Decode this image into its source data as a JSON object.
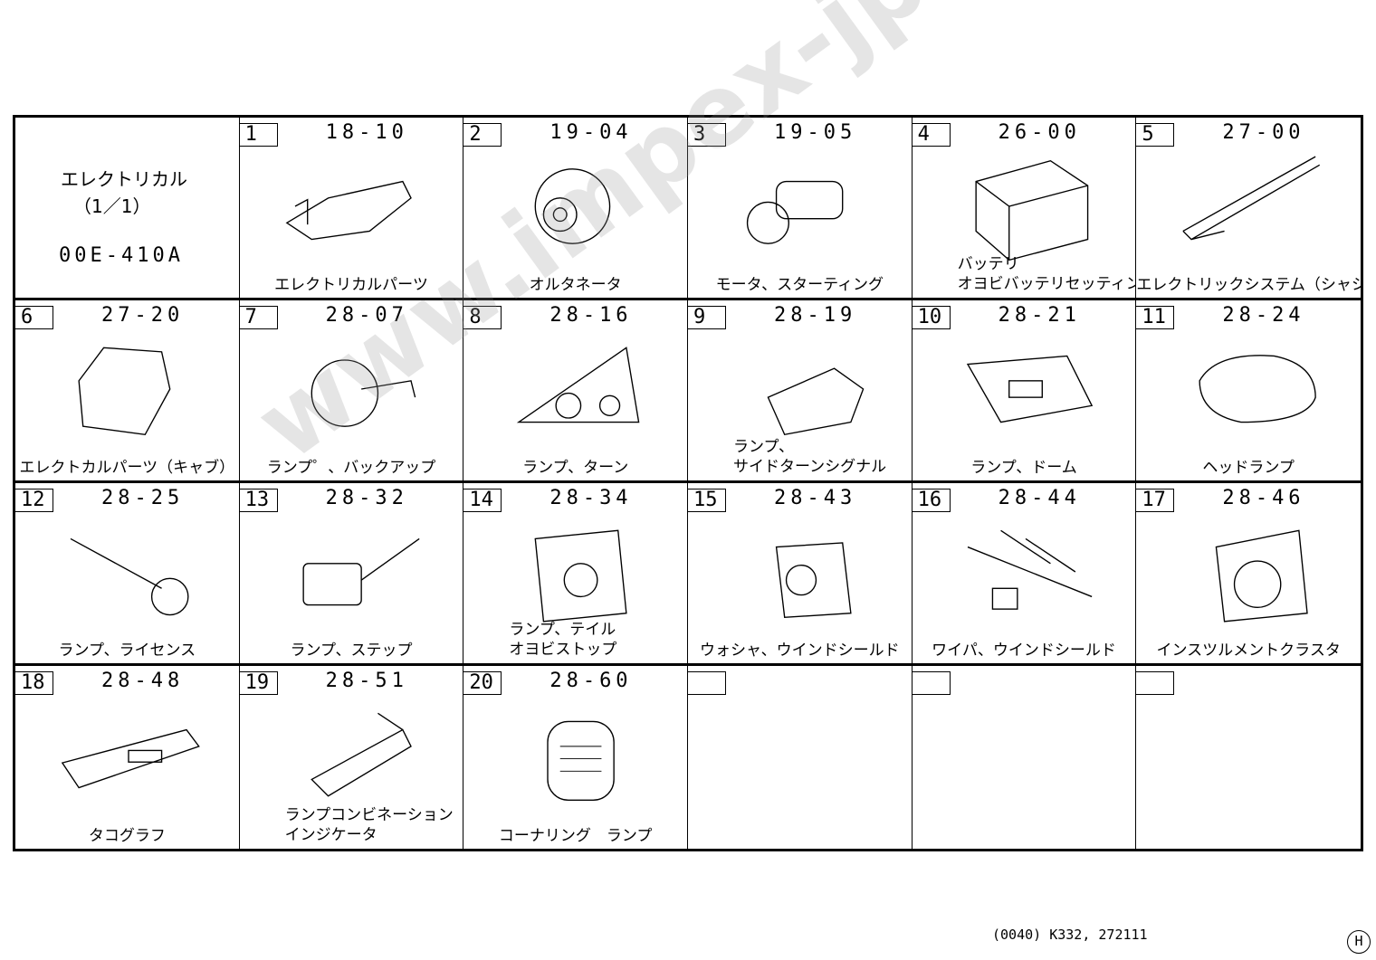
{
  "title_block": {
    "line1": "エレクトリカル",
    "line2": "（1／1）",
    "code": "00E-410A"
  },
  "cells": [
    {
      "num": "1",
      "code": "18-10",
      "label": [
        "エレクトリカルパーツ"
      ]
    },
    {
      "num": "2",
      "code": "19-04",
      "label": [
        "オルタネータ"
      ]
    },
    {
      "num": "3",
      "code": "19-05",
      "label": [
        "モータ、スターティング"
      ]
    },
    {
      "num": "4",
      "code": "26-00",
      "label": [
        "バッテリ",
        "オヨビバッテリセッティング"
      ]
    },
    {
      "num": "5",
      "code": "27-00",
      "label": [
        "エレクトリックシステム（シャシ）"
      ]
    },
    {
      "num": "6",
      "code": "27-20",
      "label": [
        "エレクトカルパーツ（キャブ）"
      ]
    },
    {
      "num": "7",
      "code": "28-07",
      "label": [
        "ランプ゜、バックアップ"
      ]
    },
    {
      "num": "8",
      "code": "28-16",
      "label": [
        "ランプ、ターン"
      ]
    },
    {
      "num": "9",
      "code": "28-19",
      "label": [
        "ランプ、",
        "サイドターンシグナル"
      ]
    },
    {
      "num": "10",
      "code": "28-21",
      "label": [
        "ランプ、ドーム"
      ]
    },
    {
      "num": "11",
      "code": "28-24",
      "label": [
        "ヘッドランプ"
      ]
    },
    {
      "num": "12",
      "code": "28-25",
      "label": [
        "ランプ、ライセンス"
      ]
    },
    {
      "num": "13",
      "code": "28-32",
      "label": [
        "ランプ、ステップ"
      ]
    },
    {
      "num": "14",
      "code": "28-34",
      "label": [
        "ランプ、テイル",
        "オヨビストップ"
      ]
    },
    {
      "num": "15",
      "code": "28-43",
      "label": [
        "ウォシャ、ウインドシールド"
      ]
    },
    {
      "num": "16",
      "code": "28-44",
      "label": [
        "ワイパ、ウインドシールド"
      ]
    },
    {
      "num": "17",
      "code": "28-46",
      "label": [
        "インスツルメントクラスタ"
      ]
    },
    {
      "num": "18",
      "code": "28-48",
      "label": [
        "タコグラフ"
      ]
    },
    {
      "num": "19",
      "code": "28-51",
      "label": [
        "ランプコンビネーション",
        "インジケータ"
      ]
    },
    {
      "num": "20",
      "code": "28-60",
      "label": [
        "コーナリング　ランプ"
      ]
    },
    {
      "num": "",
      "code": "",
      "label": []
    },
    {
      "num": "",
      "code": "",
      "label": []
    },
    {
      "num": "",
      "code": "",
      "label": []
    }
  ],
  "footer": {
    "ref": "(0040) K332, 272111",
    "mark": "H"
  },
  "watermark": "www.impex-jp.com"
}
